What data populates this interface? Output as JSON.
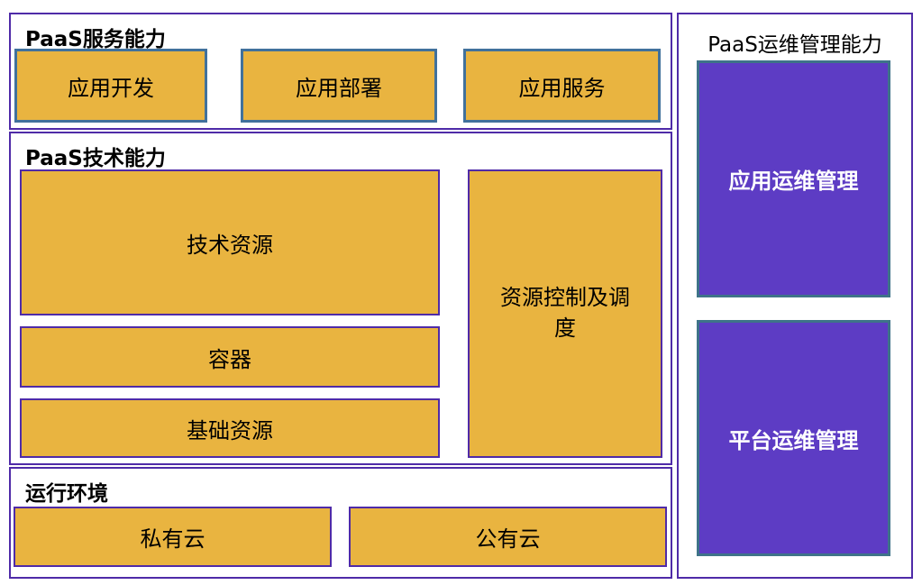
{
  "sections": {
    "service": {
      "title": "PaaS服务能力",
      "boxes": [
        "应用开发",
        "应用部署",
        "应用服务"
      ]
    },
    "tech": {
      "title": "PaaS技术能力",
      "boxes": [
        "技术资源",
        "容器",
        "基础资源",
        "资源控制及调度"
      ]
    },
    "runtime": {
      "title": "运行环境",
      "boxes": [
        "私有云",
        "公有云"
      ]
    },
    "ops": {
      "title": "PaaS运维管理能力",
      "boxes": [
        "应用运维管理",
        "平台运维管理"
      ]
    }
  },
  "colors": {
    "gold_fill": "#E9B440",
    "service_box_border": "#41719C",
    "purple_line": "#4F2BA8",
    "purple_fill": "#5D3CC4",
    "purple_box_border": "#3E7389",
    "text_dark": "#000000",
    "text_light": "#FFFFFF"
  }
}
